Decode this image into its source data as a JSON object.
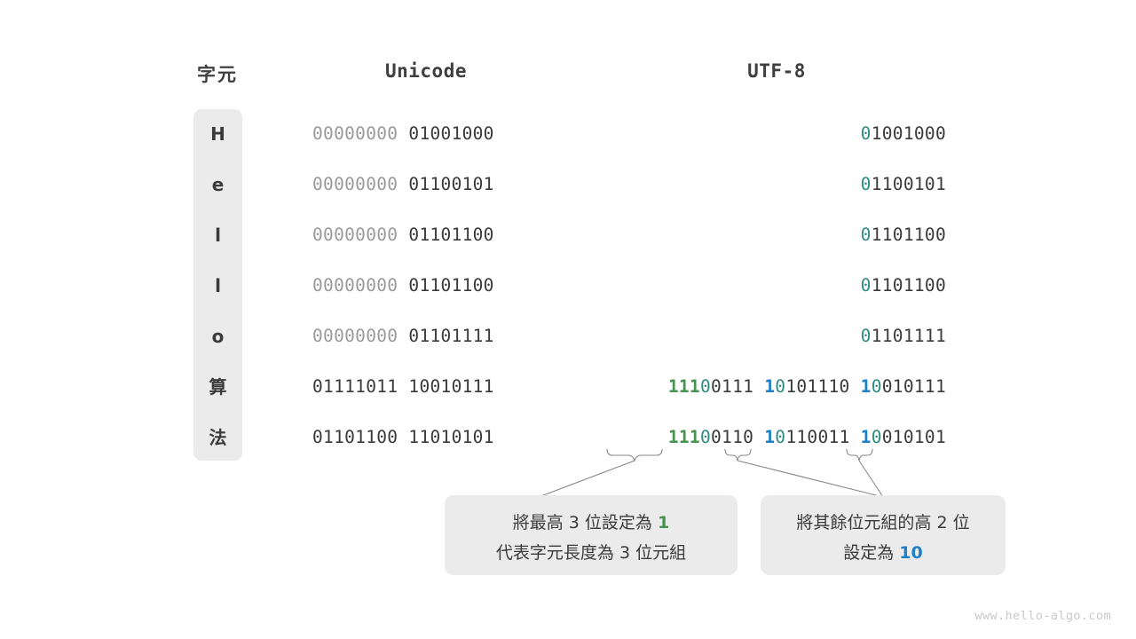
{
  "headers": {
    "character": "字元",
    "unicode": "Unicode",
    "utf8": "UTF-8"
  },
  "colors": {
    "green_marker": "#479351",
    "blue_marker": "#1f80c8",
    "teal_marker": "#2e8c80",
    "dark_text": "#3a3a3a",
    "muted_text": "#9a9a9a",
    "panel_bg": "#ebebeb",
    "watermark": "#c9c9c9",
    "page_bg": "#ffffff"
  },
  "rows": [
    {
      "char": "H",
      "unicode_high": "00000000",
      "unicode_low": "01001000",
      "utf8": [
        {
          "marker": "0",
          "marker_kind": "teal",
          "rest": "1001000"
        }
      ]
    },
    {
      "char": "e",
      "unicode_high": "00000000",
      "unicode_low": "01100101",
      "utf8": [
        {
          "marker": "0",
          "marker_kind": "teal",
          "rest": "1100101"
        }
      ]
    },
    {
      "char": "l",
      "unicode_high": "00000000",
      "unicode_low": "01101100",
      "utf8": [
        {
          "marker": "0",
          "marker_kind": "teal",
          "rest": "1101100"
        }
      ]
    },
    {
      "char": "l",
      "unicode_high": "00000000",
      "unicode_low": "01101100",
      "utf8": [
        {
          "marker": "0",
          "marker_kind": "teal",
          "rest": "1101100"
        }
      ]
    },
    {
      "char": "o",
      "unicode_high": "00000000",
      "unicode_low": "01101111",
      "utf8": [
        {
          "marker": "0",
          "marker_kind": "teal",
          "rest": "1101111"
        }
      ]
    },
    {
      "char": "算",
      "unicode_high": "01111011",
      "unicode_low": "10010111",
      "unicode_muted": false,
      "utf8": [
        {
          "marker": "111",
          "marker_kind": "green",
          "marker2": "0",
          "rest": "0111"
        },
        {
          "marker": "1",
          "marker_kind": "blue",
          "marker2": "0",
          "rest": "101110"
        },
        {
          "marker": "1",
          "marker_kind": "blue",
          "marker2": "0",
          "rest": "010111"
        }
      ]
    },
    {
      "char": "法",
      "unicode_high": "01101100",
      "unicode_low": "11010101",
      "unicode_muted": false,
      "utf8": [
        {
          "marker": "111",
          "marker_kind": "green",
          "marker2": "0",
          "rest": "0110"
        },
        {
          "marker": "1",
          "marker_kind": "blue",
          "marker2": "0",
          "rest": "110011"
        },
        {
          "marker": "1",
          "marker_kind": "blue",
          "marker2": "0",
          "rest": "010101"
        }
      ]
    }
  ],
  "callouts": {
    "left": {
      "line1_a": "將最高  3  位設定為  ",
      "line1_marker": "1",
      "line2": "代表字元長度為  3  位元組"
    },
    "right": {
      "line1": "將其餘位元組的高  2  位",
      "line2_a": "設定為  ",
      "line2_marker": "10"
    }
  },
  "watermark": "www.hello-algo.com"
}
